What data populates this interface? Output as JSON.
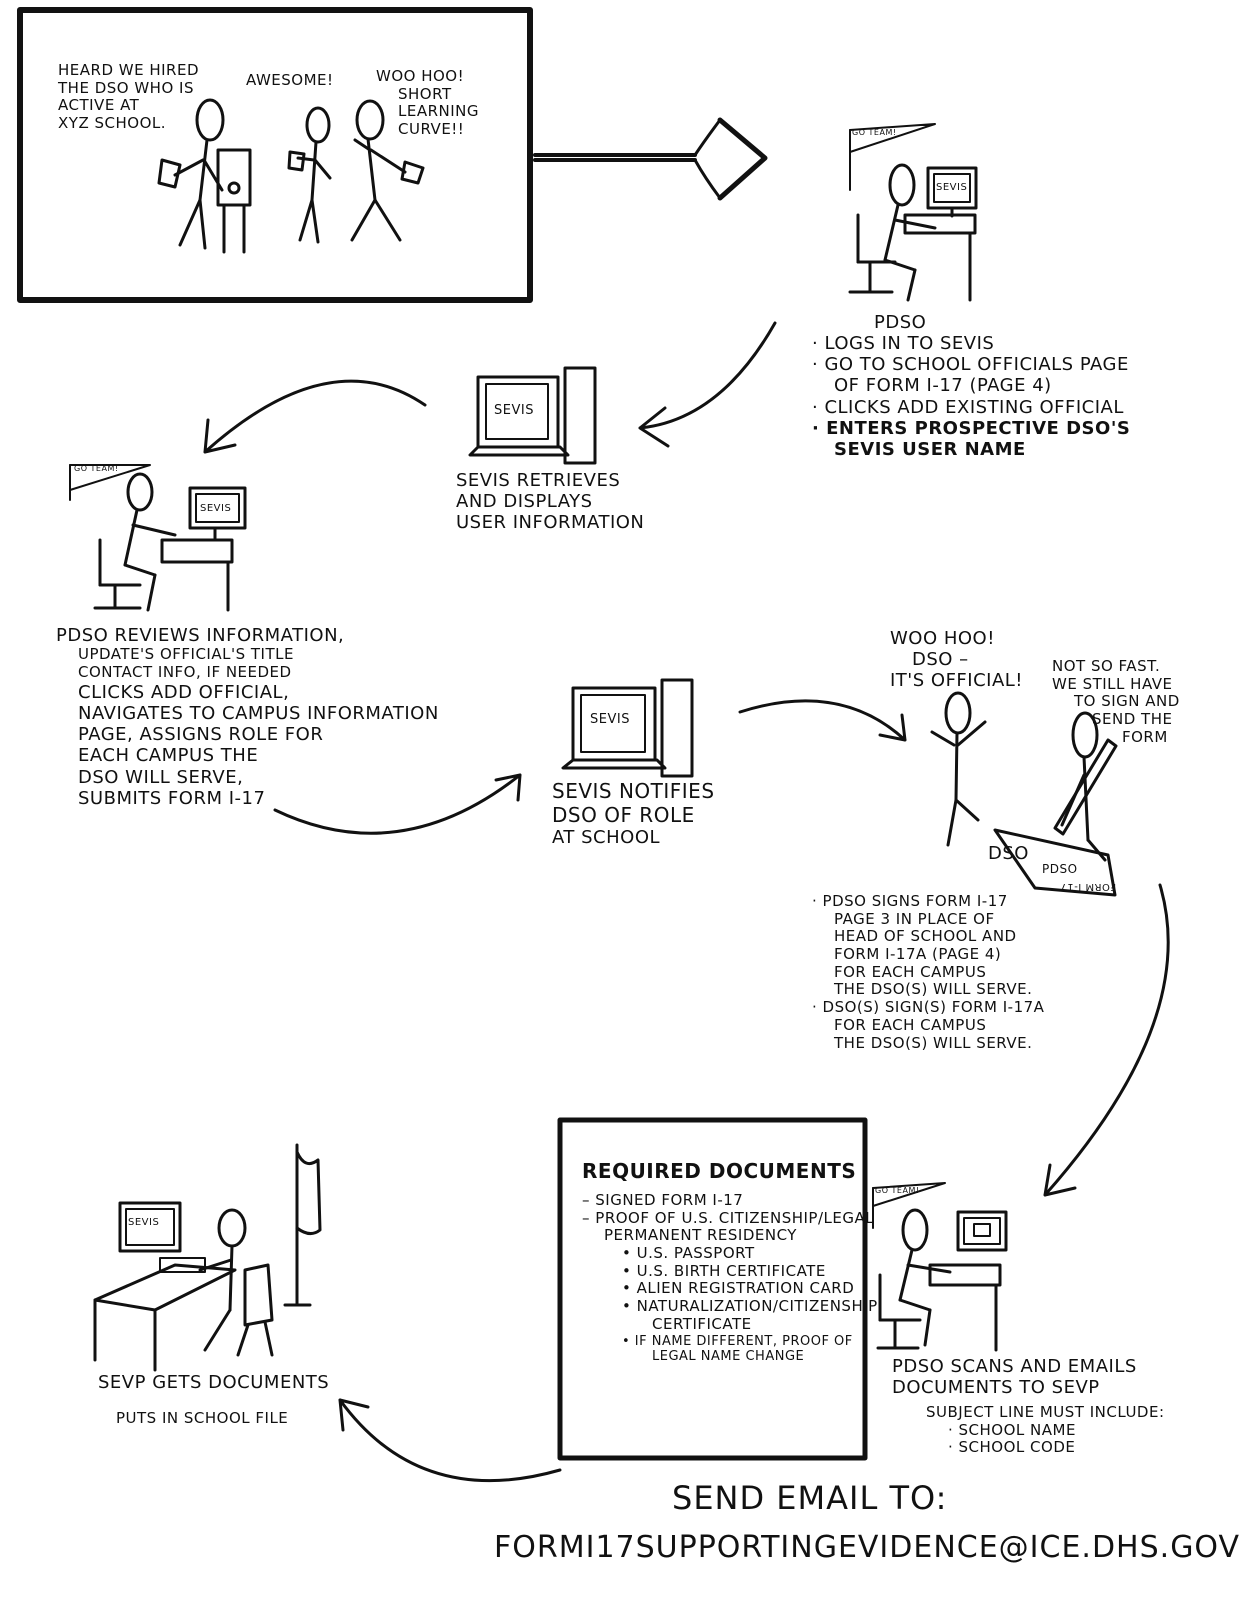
{
  "panel1": {
    "bubble1": [
      "Heard we hired",
      "the DSO who is",
      "active at",
      "XYZ school."
    ],
    "bubble2": "Awesome!",
    "bubble3": [
      "Woo Hoo!",
      "Short",
      "learning",
      "curve!!"
    ]
  },
  "step1": {
    "pennant": "Go Team!",
    "screen": "SEVIS",
    "title": "PDSO",
    "items": [
      "· Logs in to SEVIS",
      "· Go to school officials page",
      "of Form I-17 (page 4)",
      "· Clicks add existing official",
      "· Enters prospective DSO's",
      "SEVIS user name"
    ]
  },
  "step2": {
    "screen": "SEVIS",
    "caption": [
      "SEVIS retrieves",
      "and displays",
      "user information"
    ]
  },
  "step3": {
    "pennant": "Go Team!",
    "screen": "SEVIS",
    "caption": [
      "PDSO reviews information,",
      "update's official's title",
      "contact info, if needed",
      "clicks add official,",
      "navigates to campus information",
      "page, assigns role for",
      "each campus the",
      "DSO will serve,",
      "submits Form I-17"
    ]
  },
  "step4": {
    "screen": "SEVIS",
    "caption": [
      "SEVIS notifies",
      "DSO of role",
      "at school"
    ]
  },
  "step5": {
    "bubble_dso": [
      "Woo Hoo!",
      "DSO –",
      "It's official!"
    ],
    "bubble_pdso": [
      "Not so fast.",
      "We still have",
      "to sign and",
      "send the",
      "form"
    ],
    "label_dso": "DSO",
    "label_pdso": "PDSO",
    "paper": "Form I-17",
    "items": [
      "· PDSO signs Form I-17",
      "page 3 in place of",
      "head of school and",
      "Form I-17A (page 4)",
      "for each campus",
      "the DSO(s) will serve.",
      "· DSO(s) sign(s) Form I-17A",
      "for each campus",
      "the DSO(s) will serve."
    ]
  },
  "step6": {
    "pennant": "Go Team!",
    "box_title": "Required Documents",
    "box_items": [
      "– Signed Form I-17",
      "– Proof of U.S. citizenship/legal",
      "permanent residency",
      "• U.S. Passport",
      "• U.S. Birth Certificate",
      "• Alien Registration Card",
      "• Naturalization/Citizenship",
      "certificate",
      "• If name different, proof of",
      "legal name change"
    ],
    "caption": [
      "PDSO scans and emails",
      "documents to SEVP"
    ],
    "subject": [
      "Subject line must include:",
      "· School name",
      "· School code"
    ]
  },
  "step7": {
    "screen": "SEVIS",
    "caption1": "SEVP gets documents",
    "caption2": "Puts in school file"
  },
  "email": {
    "line1": "Send email to:",
    "line2": "Formi17supportingevidence@ice.dhs.gov"
  }
}
